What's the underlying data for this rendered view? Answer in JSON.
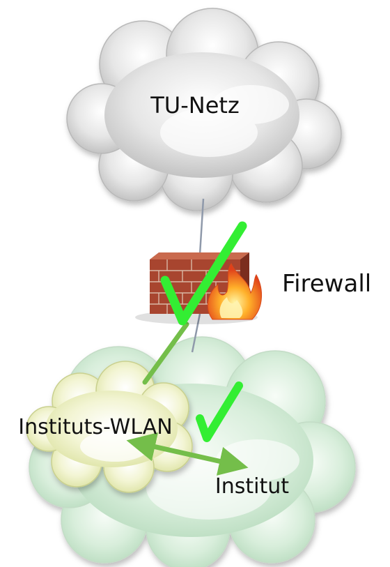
{
  "diagram": {
    "nodes": {
      "tu_netz": {
        "label": "TU-Netz"
      },
      "firewall": {
        "label": "Firewall"
      },
      "instituts_wlan": {
        "label": "Instituts-WLAN"
      },
      "institut": {
        "label": "Institut"
      }
    },
    "edges": [
      {
        "from": "tu_netz",
        "to": "firewall",
        "style": "thin-gray-line"
      },
      {
        "from": "firewall",
        "to": "institut",
        "style": "thin-gray-line"
      },
      {
        "from": "firewall",
        "to": "instituts_wlan",
        "style": "thick-green-line"
      },
      {
        "from": "instituts_wlan",
        "to": "institut",
        "style": "green-double-arrow"
      }
    ],
    "marks": [
      {
        "type": "check",
        "at": "firewall"
      },
      {
        "type": "check",
        "at": "instituts_wlan_to_institut"
      }
    ],
    "colors": {
      "tu_cloud": "#d6d6d6",
      "institut_cloud": "#cfe8d2",
      "wlan_cloud": "#eef2c4",
      "check": "#33ee33",
      "link_green": "#74be4a",
      "line_gray": "#8f99aa",
      "brick": "#a8452f"
    }
  }
}
